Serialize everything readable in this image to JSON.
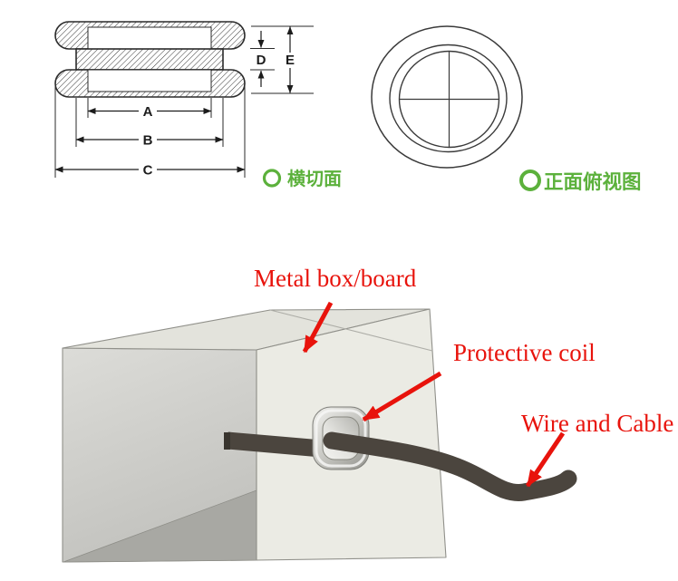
{
  "views": {
    "cross_section": {
      "caption": "横切面",
      "bullet_icon": "ring-circle",
      "dimension_labels": {
        "A": "A",
        "B": "B",
        "C": "C",
        "D": "D",
        "E": "E"
      }
    },
    "top_view": {
      "caption": "正面俯视图",
      "bullet_icon": "ring-circle"
    }
  },
  "illustration": {
    "metal_box_label": "Metal box/board",
    "protective_coil_label": "Protective coil",
    "wire_cable_label": "Wire and Cable"
  },
  "colors": {
    "label_red": "#e8130c",
    "caption_green": "#5cb13c",
    "drawing_line": "#2a2a2a",
    "cable_dark": "#4b453e",
    "box_front_face": "#ebebe4",
    "box_top_face": "#e3e3dc",
    "box_side_panel": "#d3d3cf",
    "interior_shadow": "#a8a8a3",
    "grommet_silver": "#c6c6c1"
  }
}
